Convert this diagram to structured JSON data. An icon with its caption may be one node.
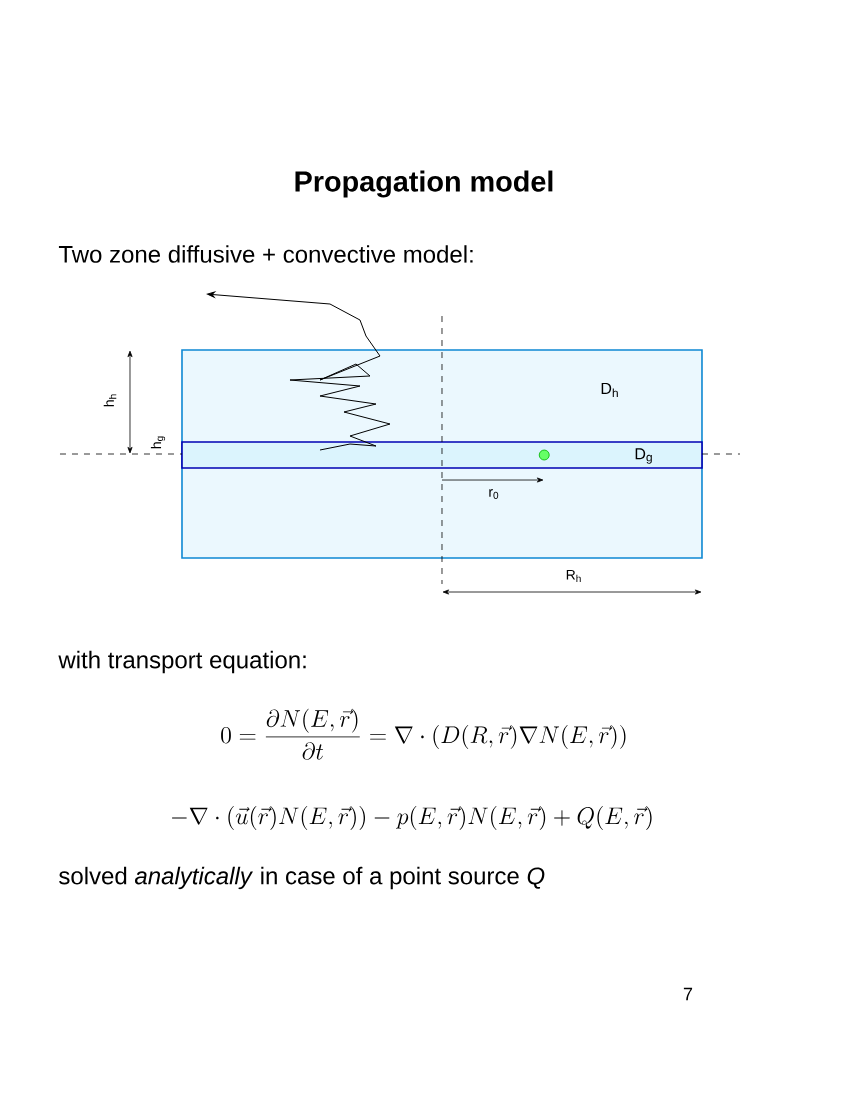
{
  "diagram": {
    "title": "Propagation model",
    "nodes": [
      {
        "text": [
          "D$_{h}$"
        ]
      },
      {
        "text": [
          "D$_{g}$"
        ],
        "in": 0
      },
      {
        "text": [],
        "shape": "circle",
        "in": 1
      }
    ],
    "labels": [
      "Two zone diffusive + convective model:",
      "h$_{h}$",
      "h$_{g}$",
      "r$_{0}$",
      "R$_{h}$",
      "with transport equation:",
      "0=\\frac{\\partial N(E,\\vec{r})}{\\partial t}=\\nabla\\cdot(D(R,\\vec{r})\\nabla N(E,\\vec{r}))",
      "-\\nabla\\cdot(\\vec{u}(\\vec{r})N(E,\\vec{r}))-p(E,\\vec{r})N(E,\\vec{r})+Q(E,\\vec{r})",
      "solved *analytically* in case of a point source *Q*",
      "7"
    ]
  }
}
